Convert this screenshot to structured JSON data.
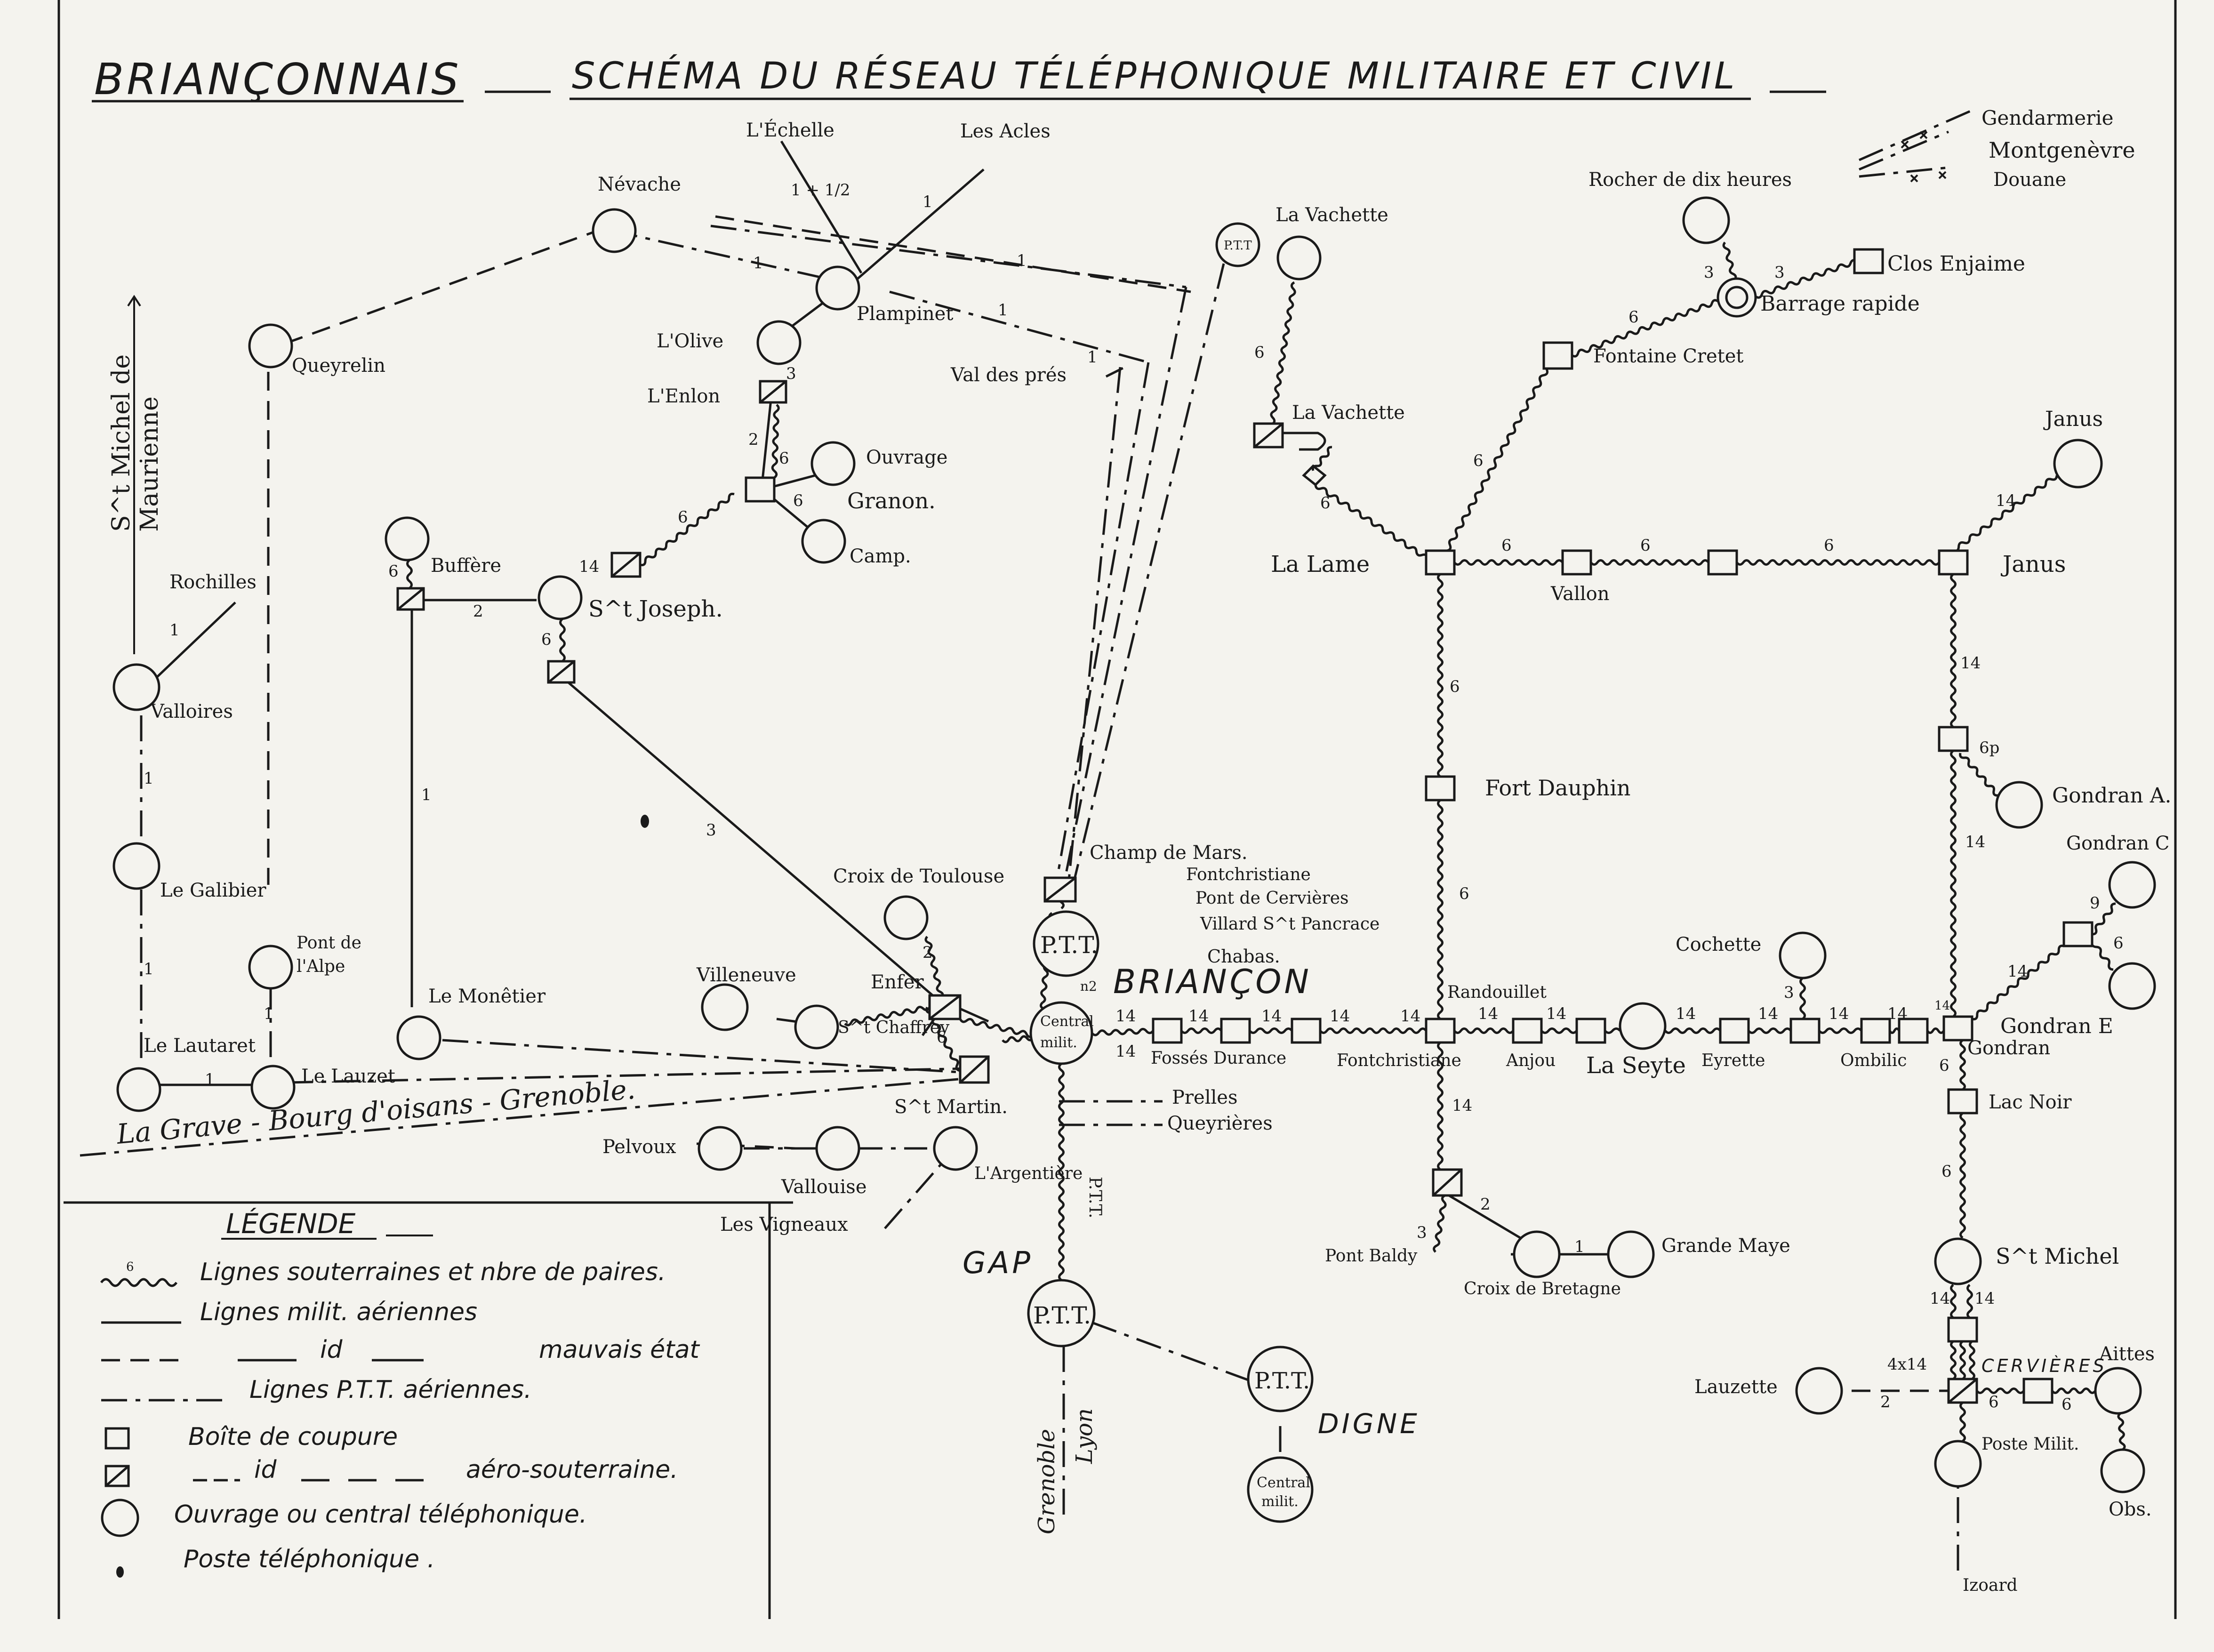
{
  "title": {
    "region": "BRIANÇONNAIS",
    "subtitle": "SCHÉMA DU RÉSEAU TÉLÉPHONIQUE MILITAIRE ET CIVIL"
  },
  "side_label": {
    "line1": "S^t Michel de",
    "line2": "Maurienne"
  },
  "places": {
    "nevache": "Névache",
    "echelle": "L'Échelle",
    "acles": "Les Acles",
    "plampinet": "Plampinet",
    "olive": "L'Olive",
    "enlon": "L'Enlon",
    "queyrelin": "Queyrelin",
    "valdespres": "Val des prés",
    "ptt_top": "P.T.T",
    "lavachette1": "La Vachette",
    "lavachette2": "La Vachette",
    "rocher": "Rocher de dix heures",
    "gendarmerie": "Gendarmerie",
    "montgenevre": "Montgenèvre",
    "douane": "Douane",
    "closenjaime": "Clos Enjaime",
    "barrage": "Barrage rapide",
    "fontainecretet": "Fontaine Cretet",
    "ouvrage": "Ouvrage",
    "granon": "Granon.",
    "camp": "Camp.",
    "buffere": "Buffère",
    "stjoseph": "S^t Joseph.",
    "rochilles": "Rochilles",
    "valloires": "Valloires",
    "galibier": "Le Galibier",
    "pontdelalpe1": "Pont de",
    "pontdelalpe2": "l'Alpe",
    "lautaret": "Le Lautaret",
    "lauzet": "Le Lauzet",
    "monetier": "Le Monêtier",
    "lagrave": "La Grave - Bourg d'oisans - Grenoble.",
    "lalame": "La Lame",
    "vallon": "Vallon",
    "janus1": "Janus",
    "janus2": "Janus",
    "fortdauphin": "Fort Dauphin",
    "gondranA": "Gondran A.",
    "gondranC": "Gondran C",
    "gondranE": "Gondran E",
    "gondran": "Gondran",
    "croixtoulouse": "Croix de Toulouse",
    "enfer": "Enfer",
    "villeneuve": "Villeneuve",
    "stchaffrey": "S^t Chaffrey",
    "champdemars": "Champ de Mars.",
    "fontchristiane_r": "Fontchristiane",
    "pontcervieres": "Pont de Cervières",
    "villard": "Villard S^t Pancrace",
    "chabas": "Chabas.",
    "briancon": "BRIANÇON",
    "ptt_briancon": "P.T.T.",
    "central1": "Central",
    "central2": "milit.",
    "fossesdurance": "Fossés Durance",
    "fontchristiane": "Fontchristiane",
    "randouillet": "Randouillet",
    "anjou": "Anjou",
    "laseyte": "La Seyte",
    "eyrette": "Eyrette",
    "ombilic": "Ombilic",
    "cochette": "Cochette",
    "lacnoir": "Lac Noir",
    "prelles": "Prelles",
    "queyrieres": "Queyrières",
    "stmartin": "S^t Martin.",
    "pelvoux": "Pelvoux",
    "vallouise": "Vallouise",
    "argentiere": "L'Argentière",
    "vigneaux": "Les Vigneaux",
    "gap": "GAP",
    "ptt_gap": "P.T.T.",
    "ptt_vertical": "P.T.T.",
    "grenoble": "Grenoble",
    "lyon": "Lyon",
    "ptt_digne": "P.T.T.",
    "digne": "DIGNE",
    "central_digne1": "Central",
    "central_digne2": "milit.",
    "pontbaldy": "Pont Baldy",
    "croixbretagne": "Croix de Bretagne",
    "grandemaye": "Grande Maye",
    "stmichel": "S^t Michel",
    "cervieres": "CERVIÈRES",
    "lauzette": "Lauzette",
    "aittes": "Aittes",
    "postemilit": "Poste Milit.",
    "obs": "Obs.",
    "izoard": "Izoard"
  },
  "pair_counts": {
    "a1": "1",
    "a2": "1 + 1/2",
    "a3": "1",
    "a4": "1",
    "a5": "1",
    "a6": "1",
    "enlon3": "3",
    "enlon2": "2",
    "gr6a": "6",
    "gr6b": "6",
    "sj6": "6",
    "sj14": "14",
    "buf6": "6",
    "buf2": "2",
    "sj6b": "6",
    "sj3": "3",
    "mon1": "1",
    "roc1": "1",
    "val1": "1",
    "gal1": "1",
    "alp1": "1",
    "lz1": "1",
    "lv6a": "6",
    "lv6b": "6",
    "bar3a": "3",
    "bar3b": "3",
    "fc6": "6",
    "ll6": "6",
    "ll6b": "6",
    "ll6c": "6",
    "ll6d": "6",
    "ja14": "14",
    "fd6a": "6",
    "fd6b": "6",
    "g14a": "14",
    "g6p": "6p",
    "g14b": "14",
    "gc9": "9",
    "ge6": "6",
    "gk14": "14",
    "ct2": "2",
    "ch6": "6",
    "br2": "n2",
    "r14a": "14",
    "r14b": "14",
    "r14c": "14",
    "r14d": "14",
    "r14e": "14",
    "r14f": "14",
    "r14g": "14",
    "r14h": "14",
    "r14i": "14",
    "r14j": "14",
    "r14k": "14",
    "r14l": "14",
    "rd14": "14",
    "coch3": "3",
    "gon6": "6",
    "ln6": "6",
    "sm14a": "14",
    "sm14b": "14",
    "c4x14": "4x14",
    "lz2": "2",
    "ce6a": "6",
    "ce6b": "6",
    "pb3": "3",
    "cb2": "2",
    "gm1": "1",
    "c14": "14"
  },
  "legend": {
    "heading": "LÉGENDE",
    "sample_pairs": "6",
    "items": [
      {
        "text": "Lignes souterraines et nbre de paires."
      },
      {
        "text": "Lignes milit. aériennes"
      },
      {
        "text_a": "id",
        "text_b": "mauvais état"
      },
      {
        "text": "Lignes P.T.T. aériennes."
      },
      {
        "text": "Boîte de coupure"
      },
      {
        "text_a": "id",
        "text_b": "aéro-souterraine."
      },
      {
        "text": "Ouvrage ou central téléphonique."
      },
      {
        "text": "Poste téléphonique ."
      }
    ]
  }
}
